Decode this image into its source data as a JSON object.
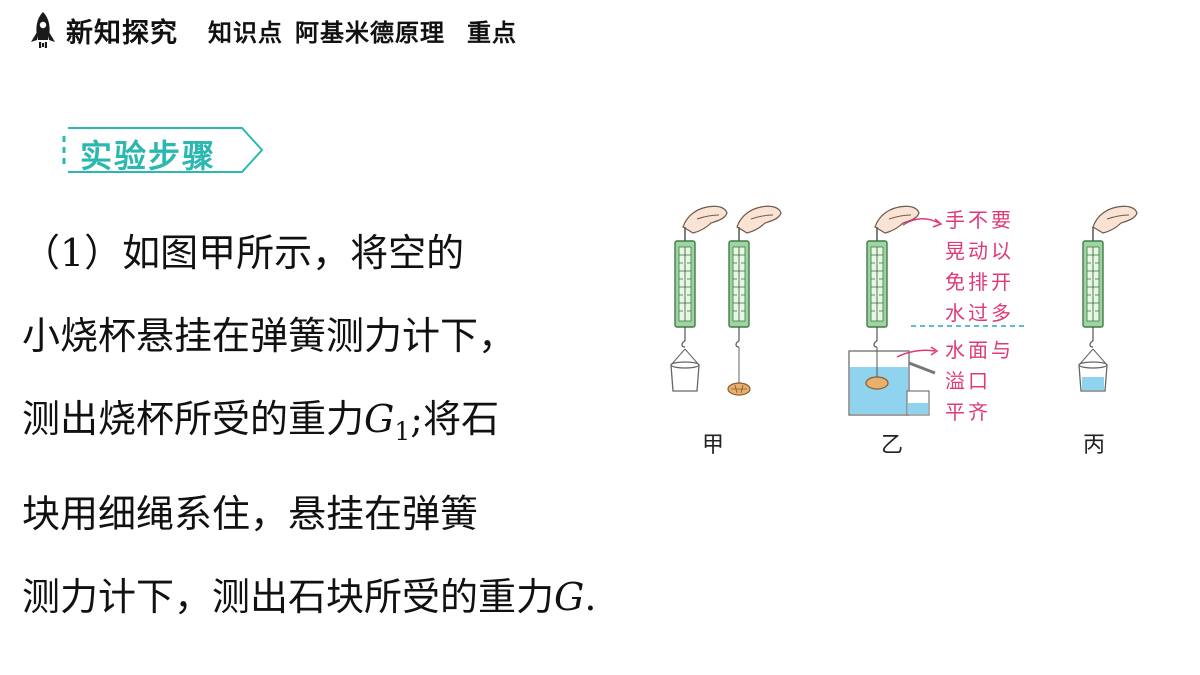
{
  "header": {
    "title": "新知探究",
    "topic_label": "知识点",
    "topic": "阿基米德原理",
    "importance": "重点"
  },
  "section_tag": "实验步骤",
  "paragraph": {
    "line1": "（1）如图甲所示，将空的",
    "line2": "小烧杯悬挂在弹簧测力计下，",
    "line3_before": "测出烧杯所受的重力",
    "line3_math": "G",
    "line3_sub": "1",
    "line3_after": ";将石",
    "line4": "块用细绳系住，悬挂在弹簧",
    "line5_before": "测力计下，测出石块所受的重力",
    "line5_math": "G",
    "line5_after": "."
  },
  "figure": {
    "captions": [
      "甲",
      "乙",
      "丙"
    ],
    "note_top": [
      "手不要",
      "晃动以",
      "免排开",
      "水过多"
    ],
    "note_bottom": [
      "水面与",
      "溢口",
      "平齐"
    ],
    "colors": {
      "accent": "#2cb8b0",
      "note": "#e0397a",
      "water": "#8fd3ef",
      "scale": "#6fb07a"
    }
  }
}
